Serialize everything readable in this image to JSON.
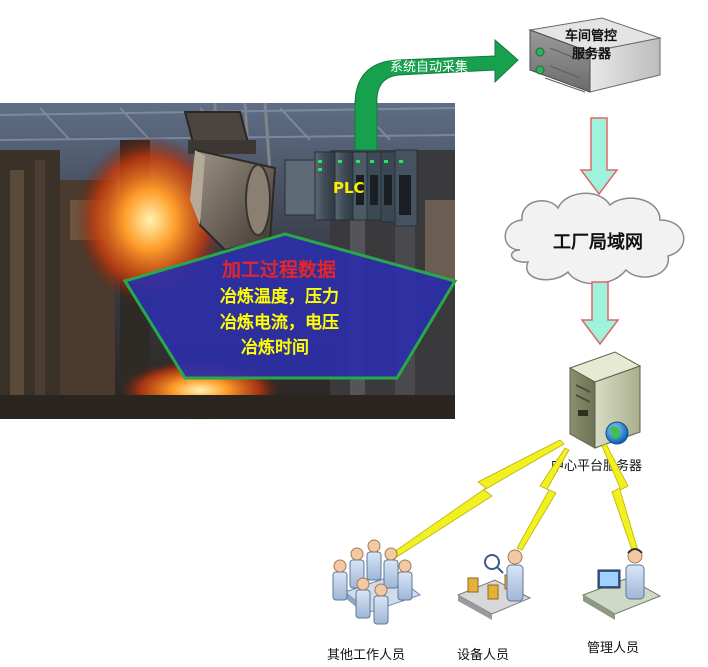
{
  "server_top": {
    "line1": "车间管控",
    "line2": "服务器"
  },
  "auto_collect": "系统自动采集",
  "plc": "PLC",
  "process_panel": {
    "title": "加工过程数据",
    "lines": [
      "冶炼温度，压力",
      "冶炼电流，电压",
      "冶炼时间"
    ]
  },
  "lan": "工厂局域网",
  "center_server": "中心平台服务器",
  "people": {
    "others": "其他工作人员",
    "equipment": "设备人员",
    "management": "管理人员"
  },
  "colors": {
    "arrow_fill": "#9ff2dc",
    "arrow_stroke": "#e06666",
    "green_arrow": "#17a14e",
    "panel_fill": "#2d2fa8",
    "panel_stroke": "#27a84a",
    "panel_title": "#e2262b",
    "panel_text": "#ffff00",
    "plc_text": "#ffee00",
    "lightning": "#f2f020"
  }
}
